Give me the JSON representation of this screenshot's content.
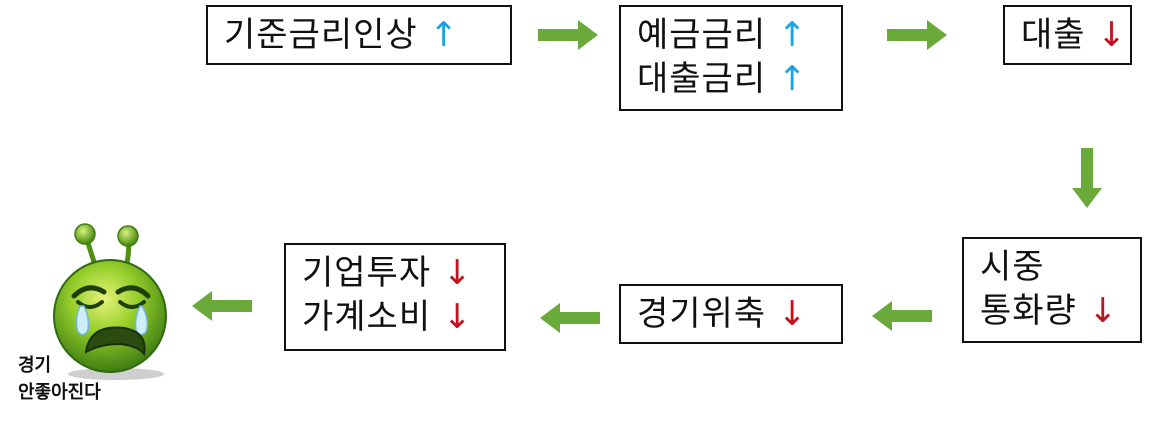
{
  "nodes": [
    {
      "id": "box1",
      "lines": [
        {
          "text": "기준금리인상",
          "dir": "up"
        }
      ]
    },
    {
      "id": "box2",
      "lines": [
        {
          "text": "예금금리",
          "dir": "up"
        },
        {
          "text": "대출금리",
          "dir": "up"
        }
      ]
    },
    {
      "id": "box3",
      "lines": [
        {
          "text": "대출",
          "dir": "down"
        }
      ]
    },
    {
      "id": "box4",
      "lines": [
        {
          "text": "시중",
          "dir": ""
        },
        {
          "text": "통화량",
          "dir": "down"
        }
      ]
    },
    {
      "id": "box5",
      "lines": [
        {
          "text": "경기위축",
          "dir": "down"
        }
      ]
    },
    {
      "id": "box6",
      "lines": [
        {
          "text": "기업투자",
          "dir": "down"
        },
        {
          "text": "가계소비",
          "dir": "down"
        }
      ]
    }
  ],
  "symbols": {
    "up": "↑",
    "down": "↓"
  },
  "caption": {
    "line1": "경기",
    "line2": "안좋아진다"
  },
  "colors": {
    "arrow": "#6aaa3a",
    "up": "#1aa3e0",
    "down": "#c1121f",
    "face": "#7dc52a"
  },
  "icons": {
    "face": "crying-alien-face-icon"
  }
}
